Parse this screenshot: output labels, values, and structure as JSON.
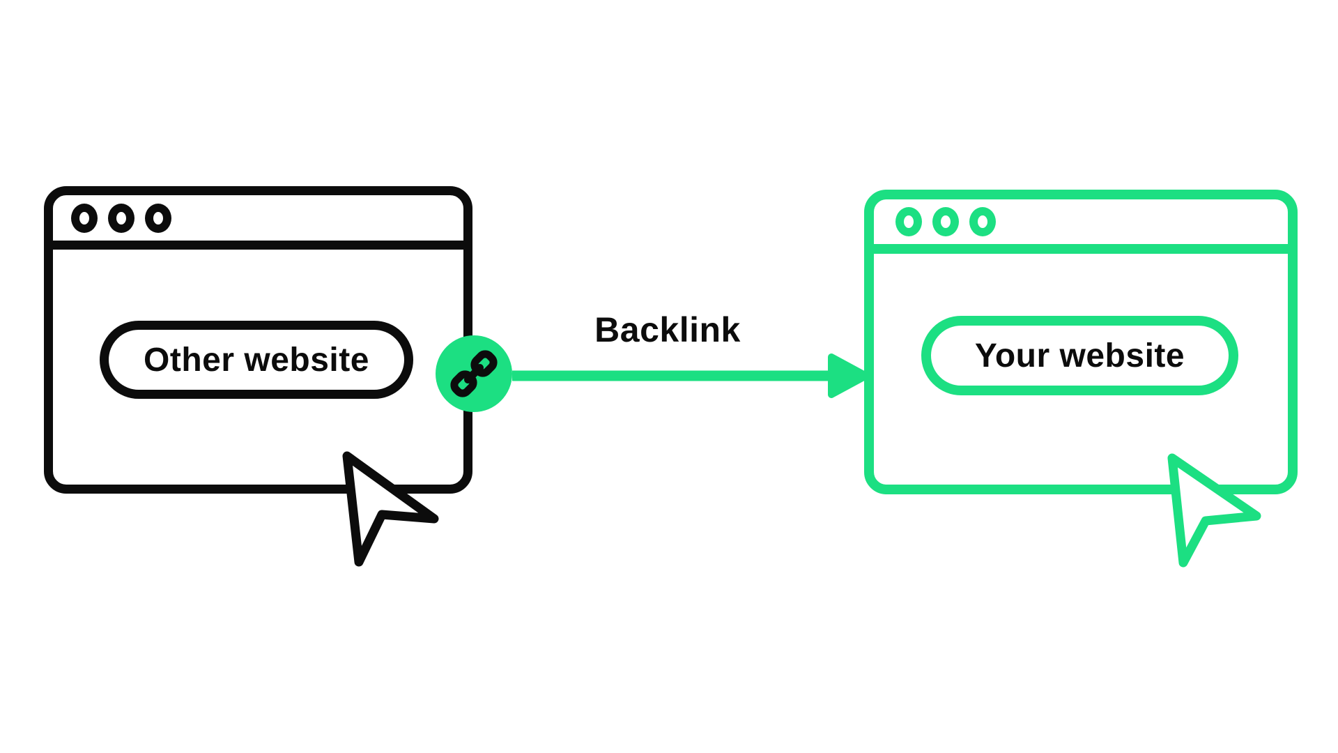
{
  "colors": {
    "accent_green": "#1CDF82",
    "ink": "#0C0C0C",
    "background": "#FFFFFF"
  },
  "diagram": {
    "connector_label": "Backlink",
    "left_window": {
      "title": "Other website",
      "style": "black outline browser window",
      "controls_icon": "three-dots",
      "cursor": "black arrow cursor"
    },
    "right_window": {
      "title": "Your website",
      "style": "green outline browser window",
      "controls_icon": "three-dots",
      "cursor": "green arrow cursor"
    },
    "connector": {
      "icon": "chain-link",
      "shape": "green arrow pointing right"
    }
  }
}
